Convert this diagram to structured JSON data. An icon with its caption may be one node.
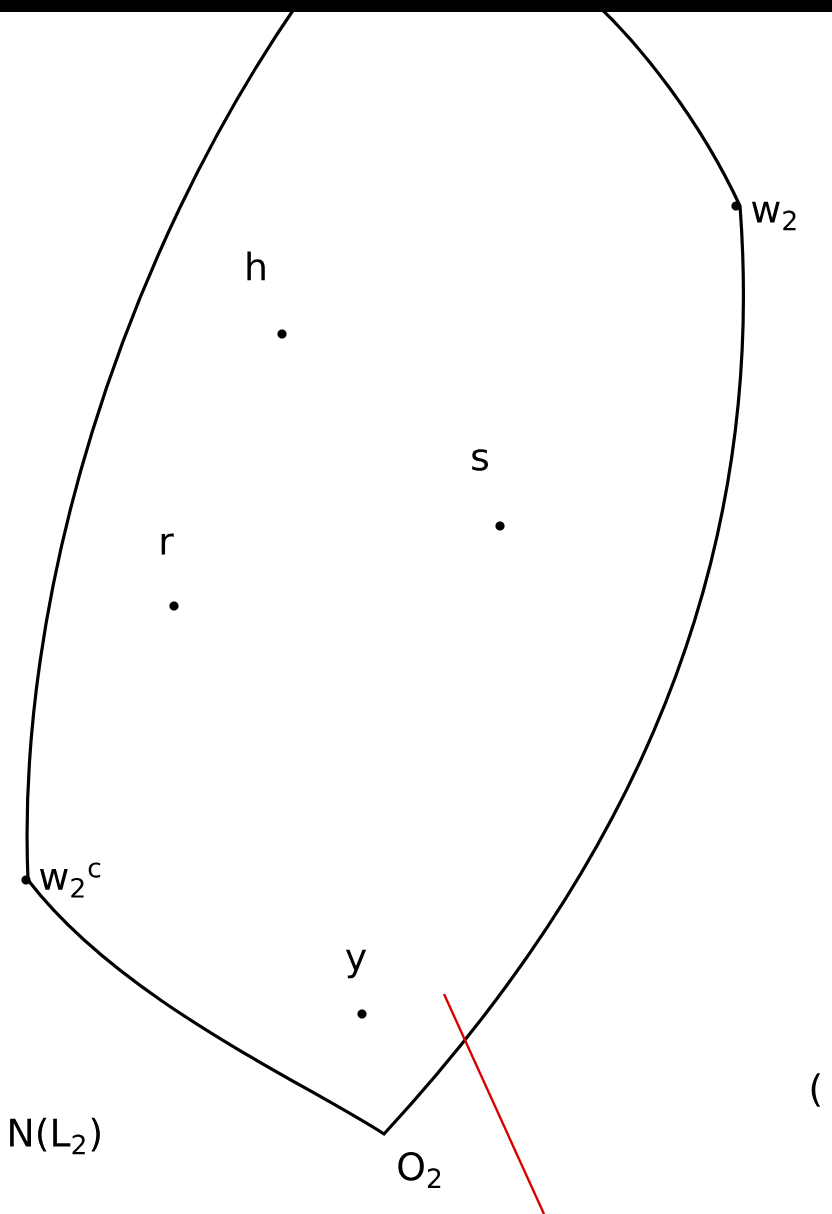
{
  "diagram": {
    "labels": [
      "w$_{2}$",
      "h",
      "s",
      "r",
      "w$_{2}$$^{c}$",
      "y",
      "N(L$_{2}$)",
      "(",
      "O$_{2}$"
    ]
  }
}
